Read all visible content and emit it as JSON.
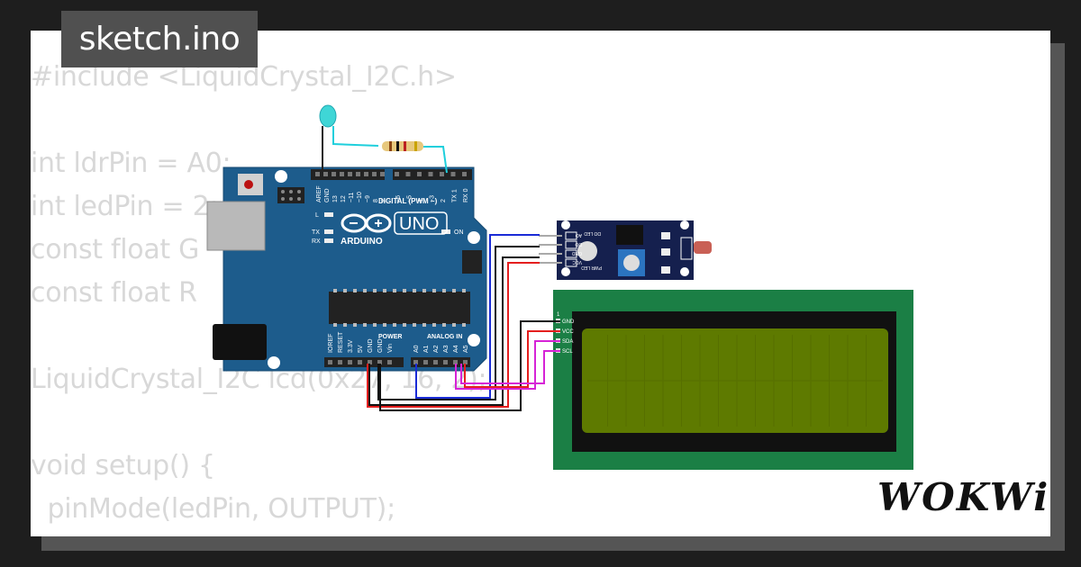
{
  "file_tab": {
    "label": "sketch.ino"
  },
  "code_lines": [
    "#include <LiquidCrystal_I2C.h>",
    "",
    "int ldrPin = A0;",
    "int ledPin = 2;",
    "const float G",
    "const float R",
    "",
    "LiquidCrystal_I2C lcd(0x27, 16, 2);",
    "",
    "void setup() {",
    "  pinMode(ledPin, OUTPUT);"
  ],
  "arduino": {
    "digital_header": "DIGITAL (PWM ~)",
    "model": "UNO",
    "brand": "ARDUINO",
    "on_label": "ON",
    "l_label": "L",
    "tx_label": "TX",
    "rx_label": "RX",
    "power_label": "POWER",
    "analog_label": "ANALOG IN",
    "top_pins": [
      "AREF",
      "GND",
      "13",
      "12",
      "~11",
      "~10",
      "~9",
      "8",
      "7",
      "~6",
      "~5",
      "4",
      "~3",
      "2",
      "TX 1",
      "RX 0"
    ],
    "power_pins": [
      "IOREF",
      "RESET",
      "3.3V",
      "5V",
      "GND",
      "GND",
      "Vin"
    ],
    "analog_pins": [
      "A0",
      "A1",
      "A2",
      "A3",
      "A4",
      "A5"
    ]
  },
  "lcd": {
    "pin_header": "1",
    "pins": [
      "GND",
      "VCC",
      "SDA",
      "SCL"
    ]
  },
  "ldr_module": {
    "pins": [
      "AO",
      "DO",
      "GND",
      "VCC"
    ],
    "labels": [
      "PWR LED",
      "DO LED"
    ]
  },
  "brand": {
    "text": "WOKWi"
  },
  "colors": {
    "board_blue": "#1d5c8c",
    "lcd_pcb": "#1b7f45",
    "lcd_screen": "#5e7a00",
    "wire_red": "#e41e1e",
    "wire_blue": "#1a2bd6",
    "wire_magenta": "#d623d6",
    "wire_cyan": "#1ecfdc",
    "led": "#3fd6d6"
  }
}
